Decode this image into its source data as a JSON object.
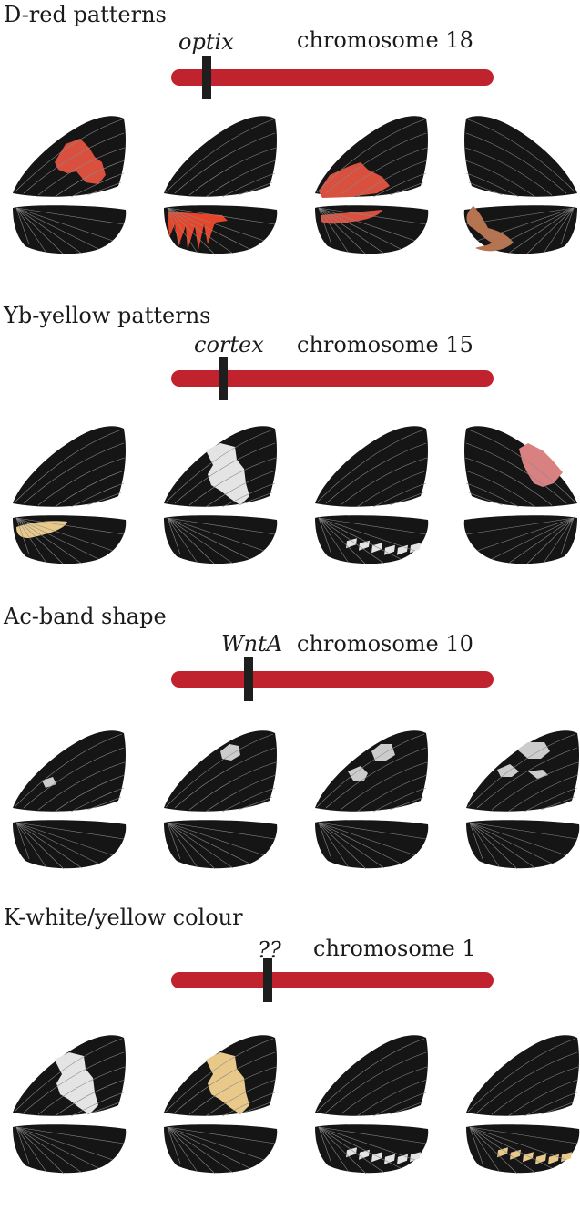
{
  "colors": {
    "chromosome": "#c0222e",
    "marker": "#1e1e1e",
    "wing": "#151515",
    "vein": "#8a8a8a",
    "red": "#d9503f",
    "ray_red": "#e8442a",
    "brown": "#b57350",
    "yellow": "#e8c98a",
    "white": "#e4e4e4",
    "pink": "#d98080",
    "grey": "#cccccc"
  },
  "panels": [
    {
      "title": "D-red patterns",
      "gene": "optix",
      "chromosome": "chromosome 18",
      "marker_fraction": 0.11,
      "wings": [
        {
          "forewing": "red-band",
          "hindwing": "none"
        },
        {
          "forewing": "none",
          "hindwing": "red-rays"
        },
        {
          "forewing": "red-base",
          "hindwing": "red-bar"
        },
        {
          "forewing": "none",
          "hindwing": "brown-band",
          "mirrored": true
        }
      ]
    },
    {
      "title": "Yb-yellow patterns",
      "gene": "cortex",
      "chromosome": "chromosome 15",
      "marker_fraction": 0.16,
      "wings": [
        {
          "forewing": "none",
          "hindwing": "yellow-bar"
        },
        {
          "forewing": "white-band",
          "hindwing": "none"
        },
        {
          "forewing": "none",
          "hindwing": "white-margin"
        },
        {
          "forewing": "pink-band",
          "hindwing": "none",
          "mirrored": true
        }
      ]
    },
    {
      "title": "Ac-band shape",
      "gene": "WntA",
      "chromosome": "chromosome 10",
      "marker_fraction": 0.24,
      "wings": [
        {
          "forewing": "grey-tiny",
          "hindwing": "none"
        },
        {
          "forewing": "grey-small",
          "hindwing": "none"
        },
        {
          "forewing": "grey-medium",
          "hindwing": "none"
        },
        {
          "forewing": "grey-large",
          "hindwing": "none"
        }
      ]
    },
    {
      "title": "K-white/yellow colour",
      "gene": "??",
      "chromosome": "chromosome 1",
      "marker_fraction": 0.3,
      "wings": [
        {
          "forewing": "white-band",
          "hindwing": "none"
        },
        {
          "forewing": "yellow-band",
          "hindwing": "none"
        },
        {
          "forewing": "none",
          "hindwing": "white-margin"
        },
        {
          "forewing": "none",
          "hindwing": "yellow-margin"
        }
      ]
    }
  ]
}
